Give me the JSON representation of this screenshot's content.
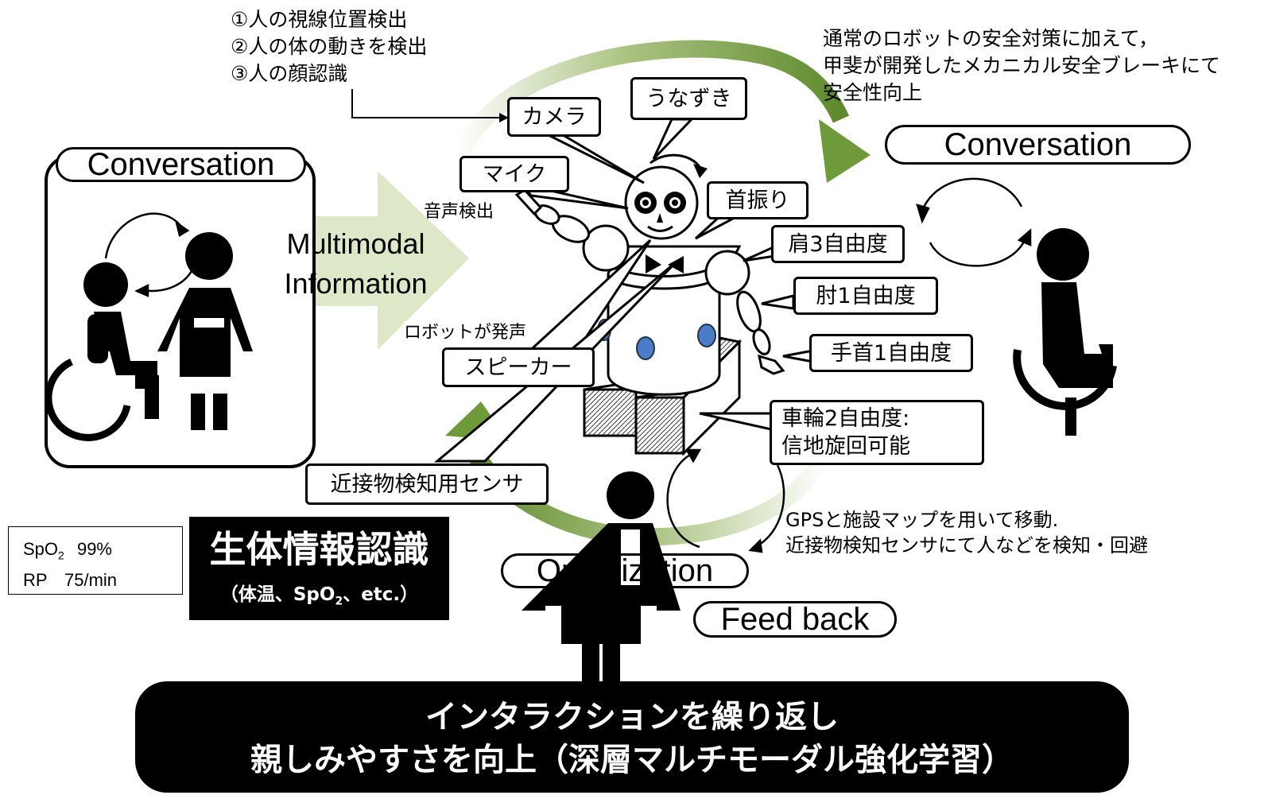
{
  "detection_list": [
    "①人の視線位置検出",
    "②人の体の動きを検出",
    "③人の顔認識"
  ],
  "safety_note": [
    "通常のロボットの安全対策に加えて，",
    "甲斐が開発したメカニカル安全ブレーキにて",
    "安全性向上"
  ],
  "left_panel": {
    "title": "Conversation"
  },
  "right_panel": {
    "title": "Conversation"
  },
  "multimodal_arrow": {
    "line1": "Multimodal",
    "line2": "Information"
  },
  "robot_labels": {
    "camera": "カメラ",
    "nod": "うなずき",
    "mic": "マイク",
    "voice_detect": "音声検出",
    "head_swing": "首振り",
    "shoulder": "肩3自由度",
    "elbow": "肘1自由度",
    "wrist": "手首1自由度",
    "robot_speaks": "ロボットが発声",
    "speaker": "スピーカー",
    "wheel_line1": "車輪2自由度:",
    "wheel_line2": "信地旋回可能",
    "proximity_sensor": "近接物検知用センサ"
  },
  "navigation_note": [
    "GPSと施設マップを用いて移動.",
    "近接物検知センサにて人などを検知・回避"
  ],
  "optimization": "Optimization",
  "feedback": "Feed back",
  "vitals": {
    "spo2_label": "SpO",
    "spo2_sub": "2",
    "spo2_value": "99%",
    "rp_label": "RP",
    "rp_value": "75/min"
  },
  "bio_box": {
    "title": "生体情報認識",
    "sub_prefix": "（体温、SpO",
    "sub_sub": "2",
    "sub_suffix": "、etc.）"
  },
  "bottom_banner": {
    "line1": "インタラクションを繰り返し",
    "line2": "親しみやすさを向上（深層マルチモーダル強化学習）"
  },
  "colors": {
    "cycle_green": "#6f9a3a",
    "arrow_light_green": "#dce8c8",
    "robot_eye_blue": "#4a7cc7",
    "banner_black": "#000000"
  }
}
